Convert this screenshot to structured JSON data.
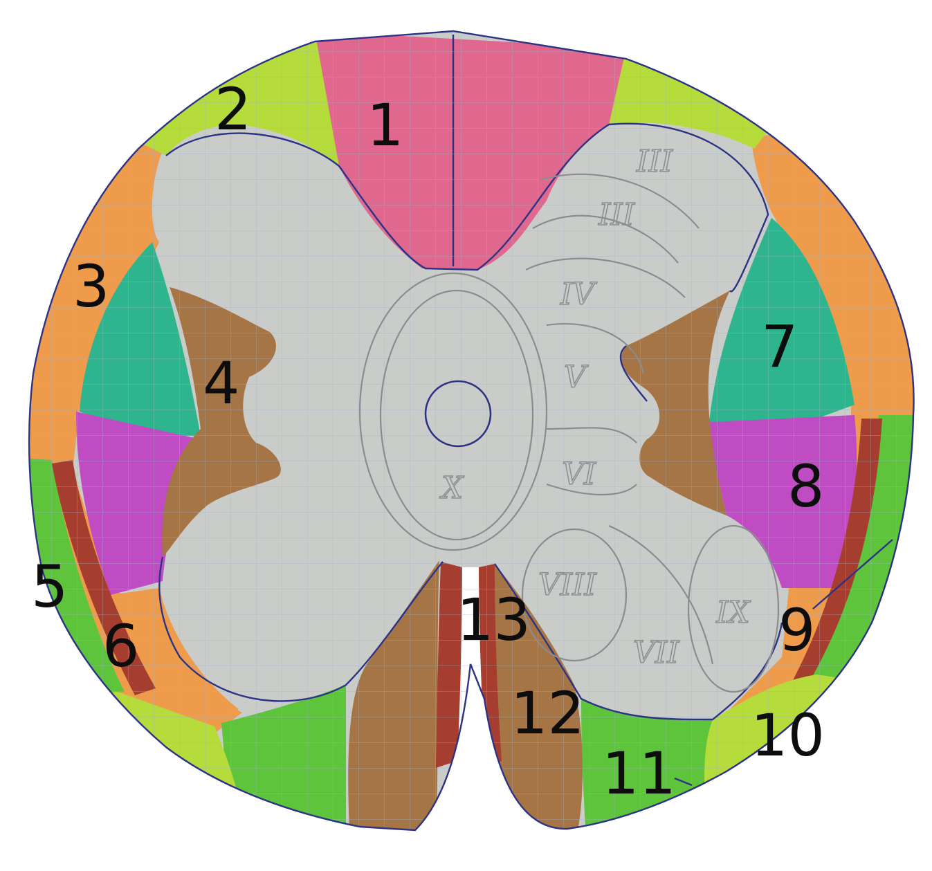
{
  "labels": [
    "1",
    "2",
    "3",
    "4",
    "5",
    "6",
    "7",
    "8",
    "9",
    "10",
    "11",
    "12",
    "13"
  ],
  "roman_numerals": [
    "III",
    "III",
    "IV",
    "V",
    "VI",
    "X",
    "VIII",
    "VII",
    "IX"
  ],
  "colors": {
    "paper": "#ffffff",
    "grey_matter": "#c9ccc9",
    "pink": "#e0688e",
    "yellow_green": "#b6dc3c",
    "orange": "#ef9b4c",
    "teal": "#2eb58d",
    "magenta": "#c04cc4",
    "brown": "#a67546",
    "dark_red": "#a53e2e",
    "green": "#5ec43c",
    "ink_outline": "#2c3384"
  }
}
